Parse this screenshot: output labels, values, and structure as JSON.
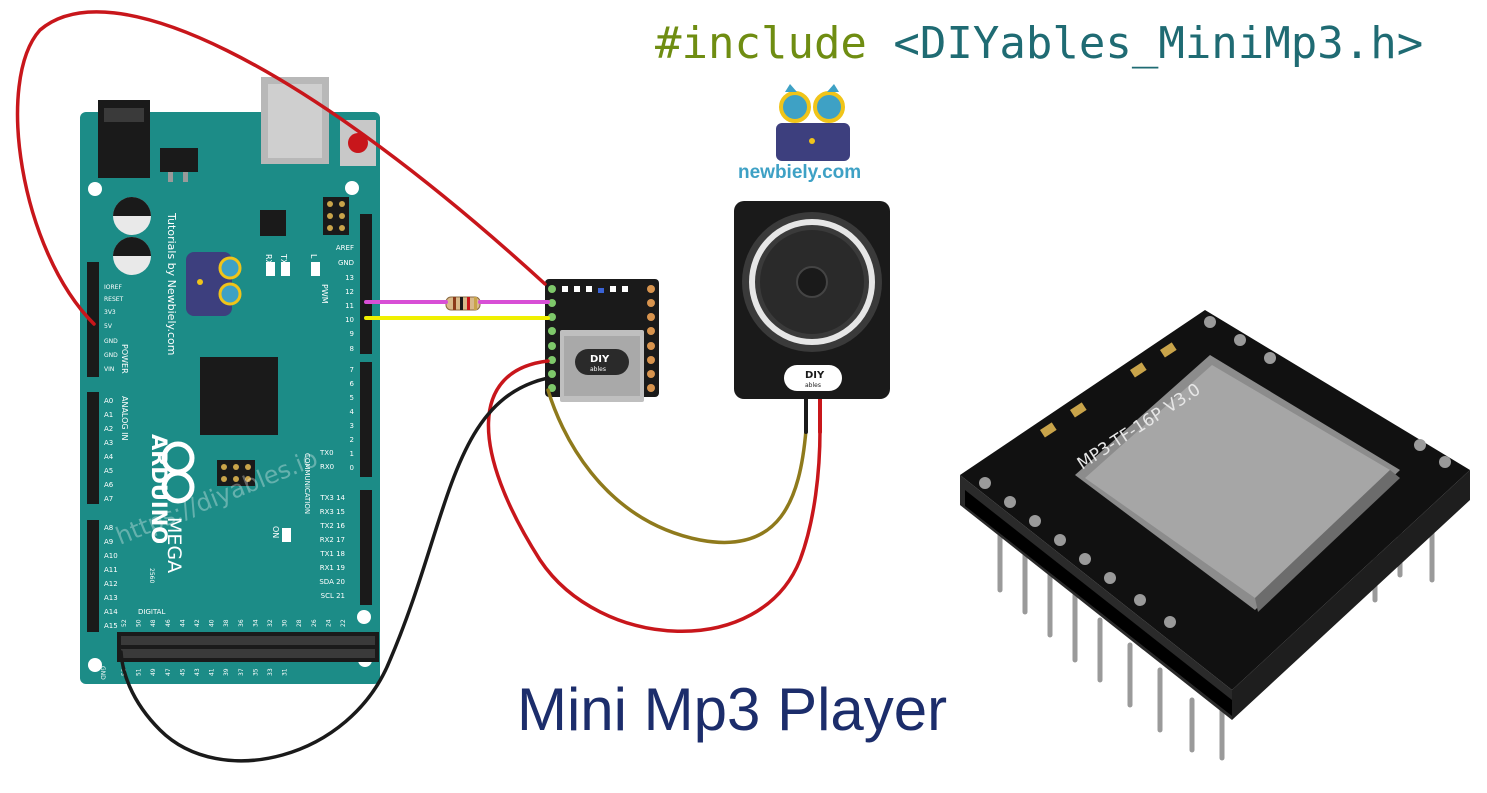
{
  "header": {
    "include_keyword": "#include",
    "include_file": "<DIYables_MiniMp3.h>"
  },
  "brand": {
    "site": "newbiely.com",
    "logo_text": "DIY ables"
  },
  "board": {
    "name": "ARDUINO",
    "model": "MEGA",
    "model_year": "2560",
    "tutorial_credit": "Tutorials by Newbiely.com",
    "power_pins": [
      "IOREF",
      "RESET",
      "3V3",
      "5V",
      "GND",
      "GND",
      "VIN"
    ],
    "power_group_label": "POWER",
    "analog_pins": [
      "A0",
      "A1",
      "A2",
      "A3",
      "A4",
      "A5",
      "A6",
      "A7"
    ],
    "analog_group_label": "ANALOG IN",
    "analog_pins_high": [
      "A8",
      "A9",
      "A10",
      "A11",
      "A12",
      "A13",
      "A14",
      "A15"
    ],
    "pwm_pins": [
      "AREF",
      "GND",
      "13",
      "12",
      "11",
      "10",
      "9",
      "8"
    ],
    "pwm_group_label": "PWM",
    "pwm_pins_low": [
      "7",
      "6",
      "5",
      "4",
      "3",
      "2",
      "1",
      "0"
    ],
    "comm_pins": [
      "TX3 14",
      "RX3 15",
      "TX2 16",
      "RX2 17",
      "TX1 18",
      "RX1 19",
      "SDA 20",
      "SCL 21"
    ],
    "comm_group_label": "COMMUNICATION",
    "serial_labels": [
      "TX0",
      "RX0"
    ],
    "led_labels": [
      "TX",
      "RX",
      "L",
      "ON"
    ],
    "digital_group_label": "DIGITAL",
    "digital_top": [
      "52",
      "50",
      "48",
      "46",
      "44",
      "42",
      "40",
      "38",
      "36",
      "34",
      "32",
      "30",
      "28",
      "26",
      "24",
      "22"
    ],
    "digital_bottom": [
      "53",
      "51",
      "49",
      "47",
      "45",
      "43",
      "41",
      "39",
      "37",
      "35",
      "33",
      "31"
    ],
    "gnd_label": "GND",
    "fivev_label": "5V"
  },
  "watermark": "https://diyables.io",
  "module": {
    "name": "MP3-TF-16P V3.0"
  },
  "product_title": "Mini Mp3 Player",
  "colors": {
    "board": "#1c8c87",
    "wire_red": "#c8161b",
    "wire_black": "#1a1a1a",
    "wire_magenta": "#d84fd6",
    "wire_yellow": "#f0f000",
    "wire_brown": "#8f7a1c",
    "title": "#1c2d6b",
    "code_keyword": "#6f8d12",
    "code_include": "#1f6b73"
  }
}
